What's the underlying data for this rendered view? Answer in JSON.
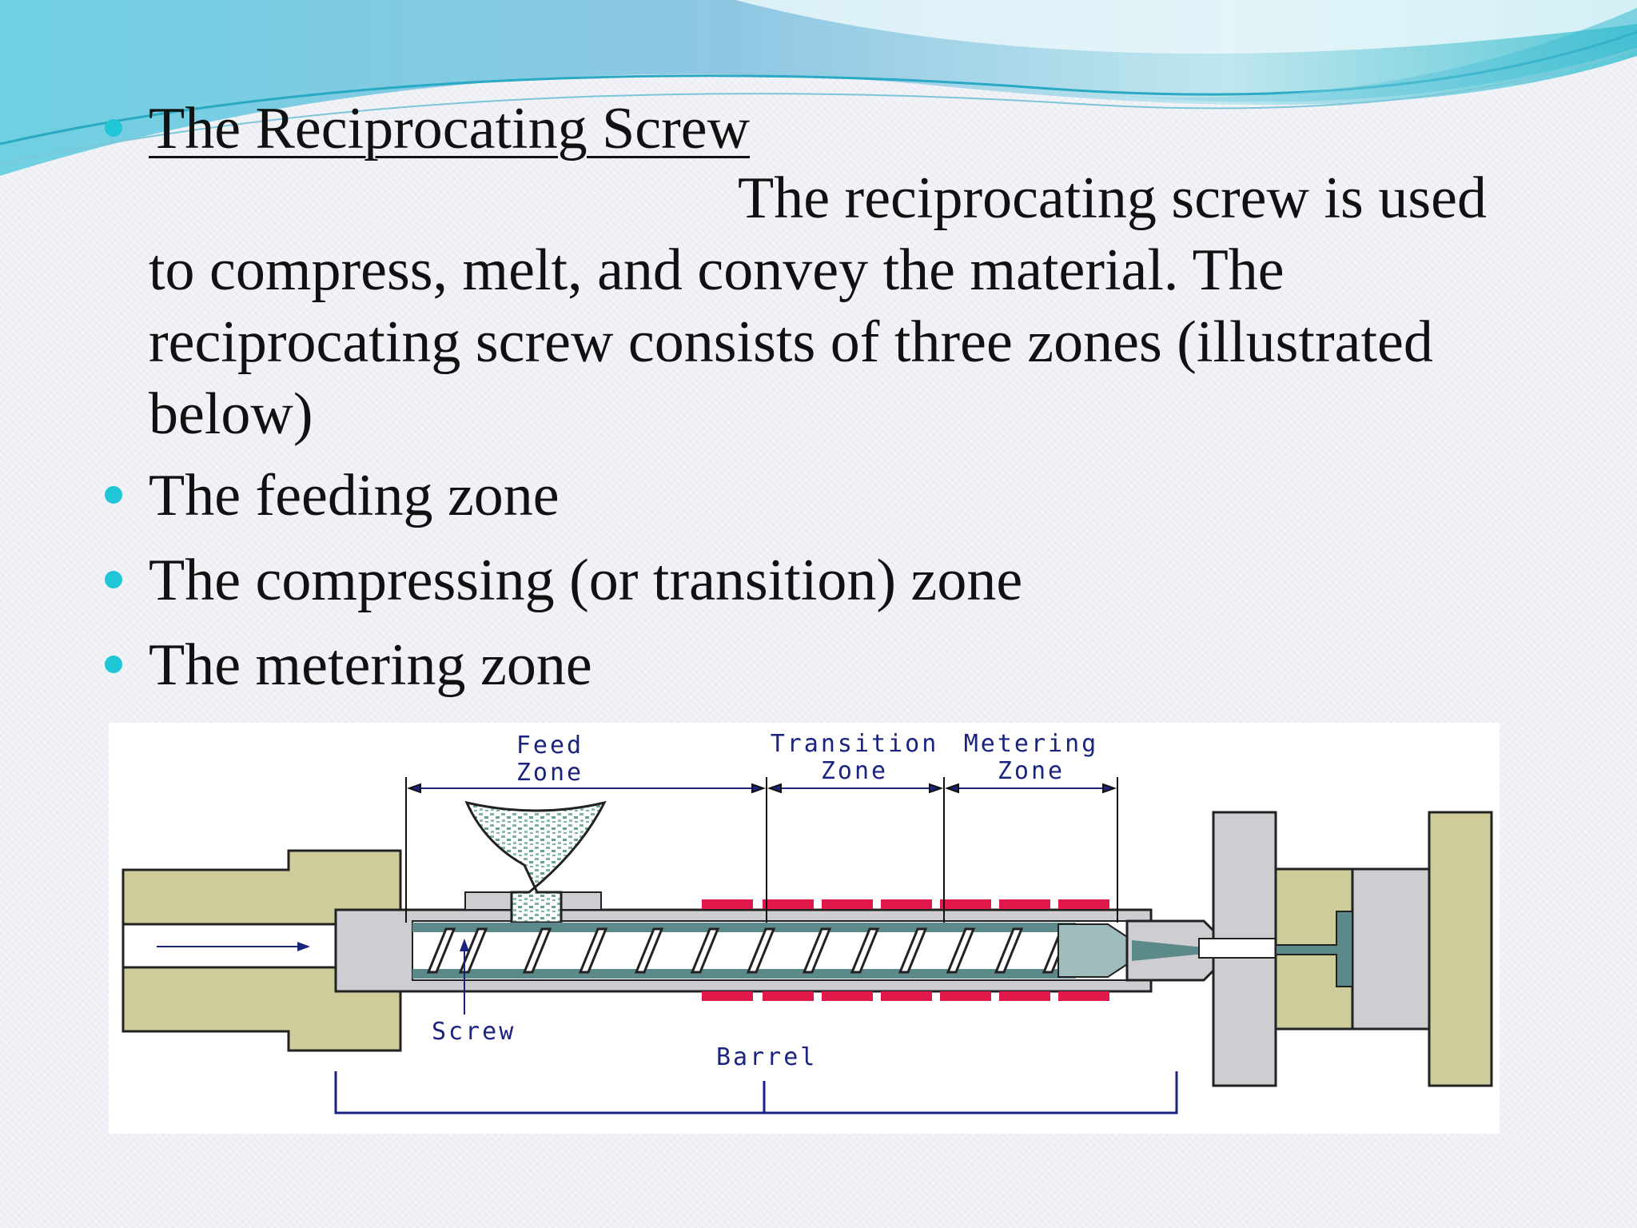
{
  "slide": {
    "title": "The Reciprocating Screw",
    "intro_lines": [
      "The reciprocating screw is used",
      "to compress, melt, and convey the material. The",
      "reciprocating screw consists of three zones (illustrated",
      "below)"
    ],
    "bullets": [
      " The feeding zone",
      "The compressing (or transition) zone",
      "The metering zone"
    ]
  },
  "diagram": {
    "labels": {
      "feed_zone": [
        "Feed",
        "Zone"
      ],
      "transition_zone": [
        "Transition",
        "Zone"
      ],
      "metering_zone": [
        "Metering",
        "Zone"
      ],
      "screw": "Screw",
      "barrel": "Barrel"
    }
  },
  "colors": {
    "bullet": "#1fc6d6",
    "label_text": "#1a237e",
    "heater": "#e0194a",
    "housing": "#cfcc9c",
    "barrel": "#cdcdd2",
    "screw_channel": "#5c8a8a",
    "hopper_pellets": "#7fb3a3"
  }
}
